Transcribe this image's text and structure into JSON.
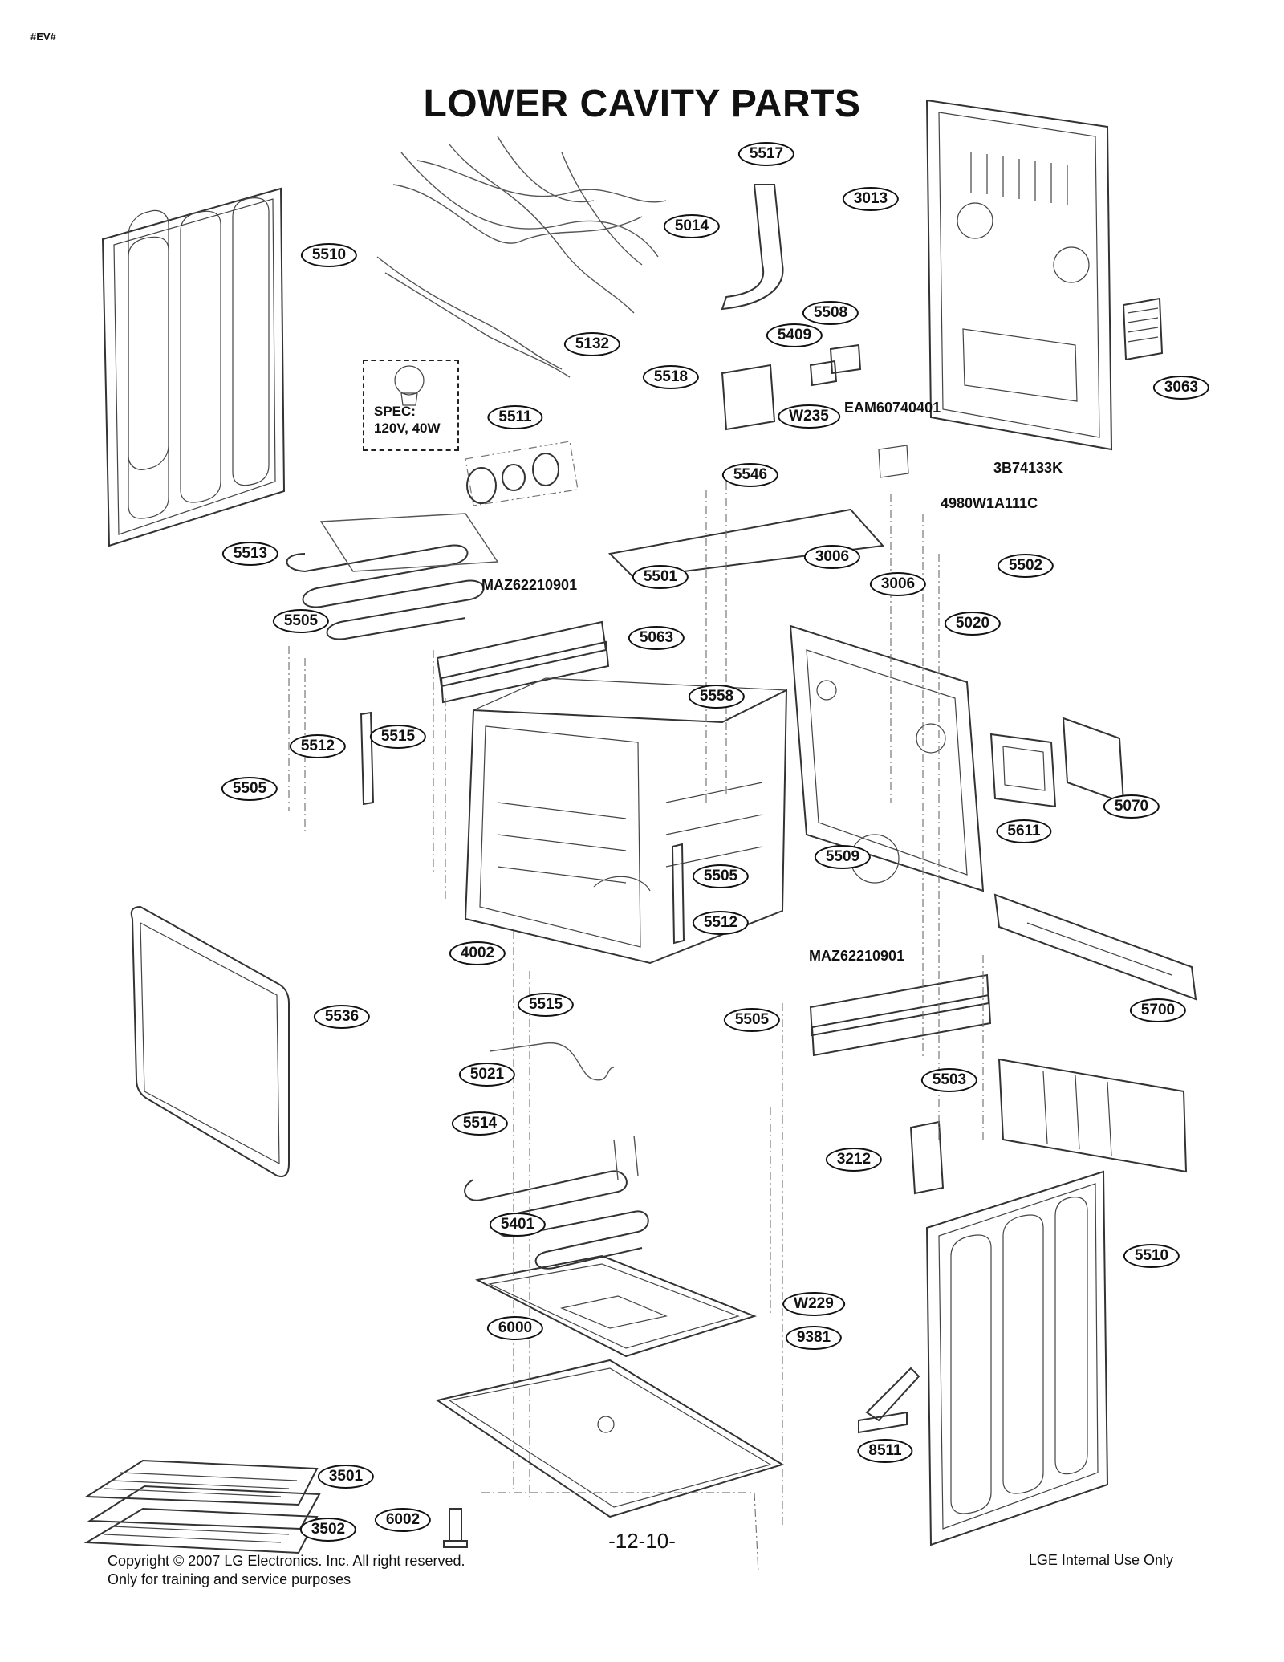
{
  "header": {
    "tag": "#EV#",
    "title": "LOWER CAVITY PARTS"
  },
  "spec_box": {
    "heading": "SPEC:",
    "value": "120V, 40W"
  },
  "callouts": [
    {
      "code": "5517"
    },
    {
      "code": "3013"
    },
    {
      "code": "5014"
    },
    {
      "code": "5510"
    },
    {
      "code": "5132"
    },
    {
      "code": "5508"
    },
    {
      "code": "5409"
    },
    {
      "code": "5518"
    },
    {
      "code": "3063"
    },
    {
      "code": "W235"
    },
    {
      "code": "5511"
    },
    {
      "code": "5546"
    },
    {
      "code": "5513"
    },
    {
      "code": "3006"
    },
    {
      "code": "3006"
    },
    {
      "code": "5502"
    },
    {
      "code": "5501"
    },
    {
      "code": "5505"
    },
    {
      "code": "5020"
    },
    {
      "code": "5063"
    },
    {
      "code": "5558"
    },
    {
      "code": "5515"
    },
    {
      "code": "5512"
    },
    {
      "code": "5505"
    },
    {
      "code": "5070"
    },
    {
      "code": "5611"
    },
    {
      "code": "5509"
    },
    {
      "code": "5505"
    },
    {
      "code": "5512"
    },
    {
      "code": "4002"
    },
    {
      "code": "5515"
    },
    {
      "code": "5505"
    },
    {
      "code": "5700"
    },
    {
      "code": "5536"
    },
    {
      "code": "5021"
    },
    {
      "code": "5503"
    },
    {
      "code": "5514"
    },
    {
      "code": "3212"
    },
    {
      "code": "5401"
    },
    {
      "code": "5510"
    },
    {
      "code": "W229"
    },
    {
      "code": "6000"
    },
    {
      "code": "9381"
    },
    {
      "code": "8511"
    },
    {
      "code": "3501"
    },
    {
      "code": "6002"
    },
    {
      "code": "3502"
    }
  ],
  "part_numbers": [
    {
      "code": "EAM60740401"
    },
    {
      "code": "3B74133K"
    },
    {
      "code": "4980W1A111C"
    },
    {
      "code": "MAZ62210901"
    },
    {
      "code": "MAZ62210901"
    }
  ],
  "footer": {
    "page_number": "-12-10-",
    "copyright_line1": "Copyright © 2007 LG Electronics. Inc. All right reserved.",
    "copyright_line2": "Only for training and service purposes",
    "internal": "LGE Internal Use Only"
  }
}
